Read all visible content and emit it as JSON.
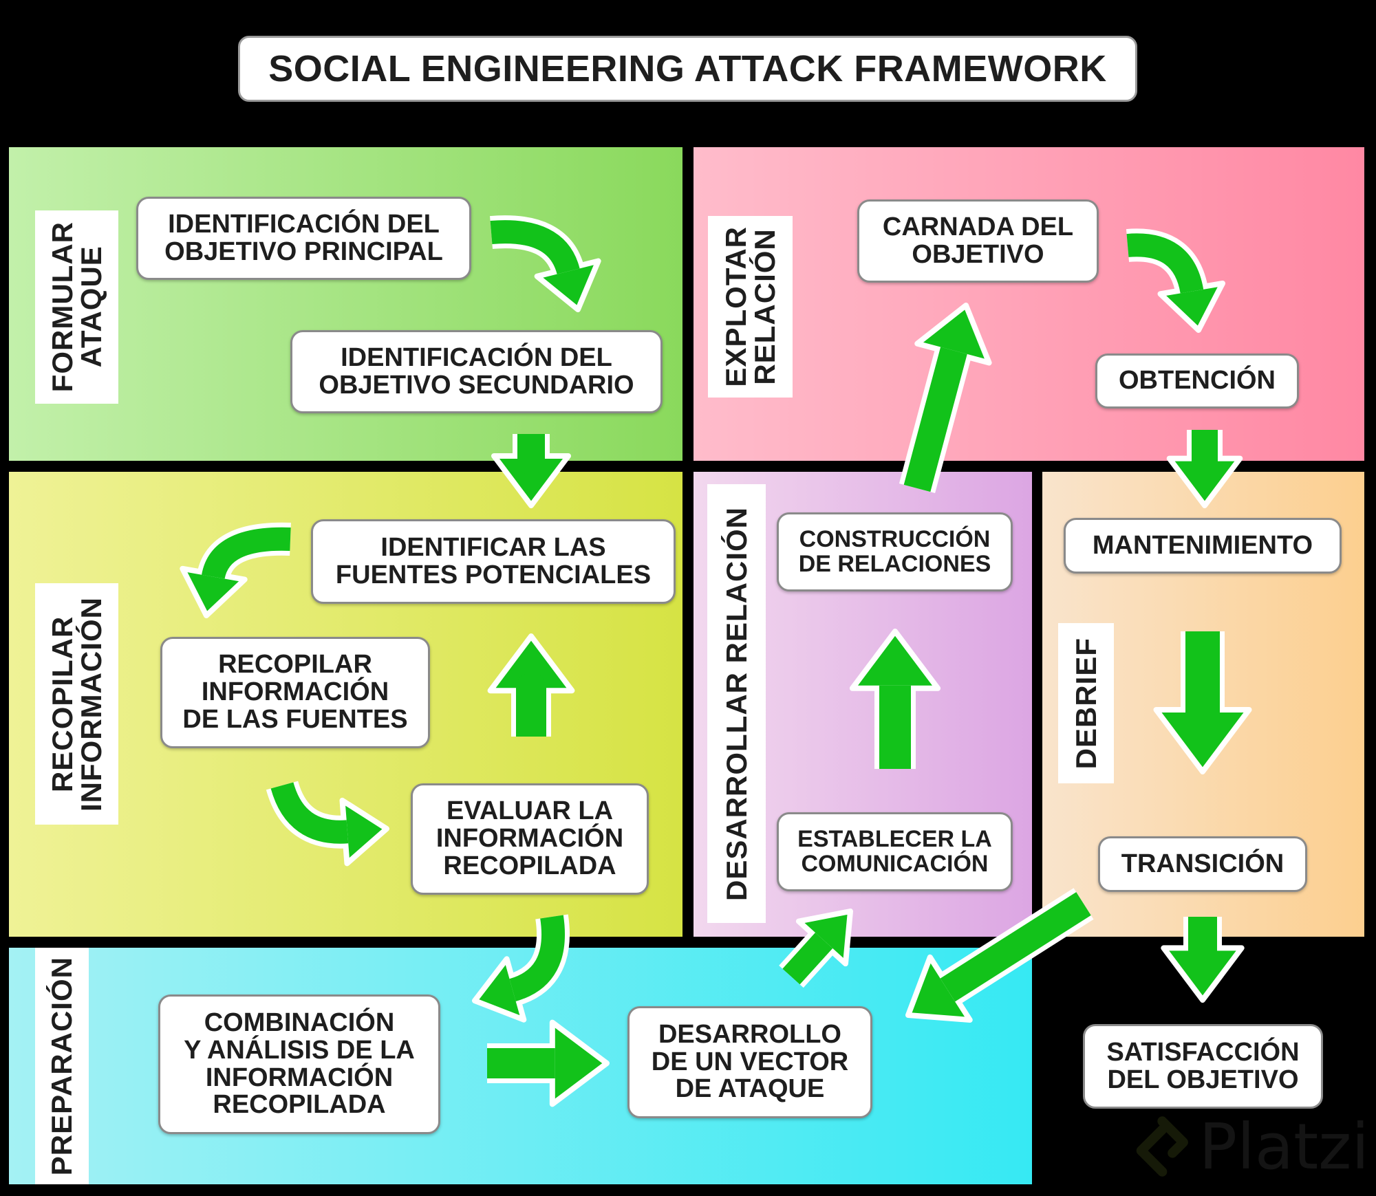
{
  "title": "SOCIAL ENGINEERING ATTACK FRAMEWORK",
  "phases": {
    "formular": "FORMULAR\nATAQUE",
    "recopilar": "RECOPILAR\nINFORMACIÓN",
    "preparacion": "PREPARACIÓN",
    "explotar": "EXPLOTAR\nRELACIÓN",
    "desarrollar": "DESARROLLAR RELACIÓN",
    "debrief": "DEBRIEF"
  },
  "steps": {
    "s1": "IDENTIFICACIÓN DEL\nOBJETIVO PRINCIPAL",
    "s2": "IDENTIFICACIÓN DEL\nOBJETIVO SECUNDARIO",
    "s3": "IDENTIFICAR LAS\nFUENTES POTENCIALES",
    "s4": "RECOPILAR\nINFORMACIÓN\nDE LAS FUENTES",
    "s5": "EVALUAR LA\nINFORMACIÓN\nRECOPILADA",
    "s6": "COMBINACIÓN\nY ANÁLISIS DE LA\nINFORMACIÓN\nRECOPILADA",
    "s7": "DESARROLLO\nDE UN VECTOR\nDE ATAQUE",
    "s8": "ESTABLECER LA\nCOMUNICACIÓN",
    "s9": "CONSTRUCCIÓN\nDE RELACIONES",
    "s10": "CARNADA DEL\nOBJETIVO",
    "s11": "OBTENCIÓN",
    "s12": "MANTENIMIENTO",
    "s13": "TRANSICIÓN",
    "s14": "SATISFACCIÓN\nDEL OBJETIVO"
  },
  "colors": {
    "arrow": "#12c21a",
    "arrow_outline": "#ffffff"
  },
  "watermark": "Platzi"
}
